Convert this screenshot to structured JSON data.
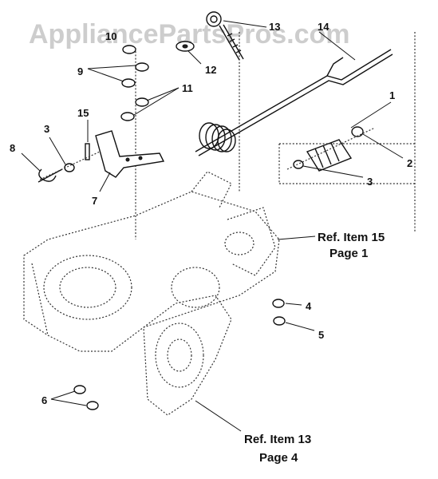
{
  "watermark": "AppliancePartsPros.com",
  "callouts": {
    "c1": "1",
    "c2": "2",
    "c3a": "3",
    "c3b": "3",
    "c4": "4",
    "c5": "5",
    "c6": "6",
    "c7": "7",
    "c8": "8",
    "c9": "9",
    "c10": "10",
    "c11": "11",
    "c12": "12",
    "c13": "13",
    "c14": "14",
    "c15": "15"
  },
  "references": {
    "ref1_line1": "Ref. Item 15",
    "ref1_line2": "Page 1",
    "ref2_line1": "Ref. Item 13",
    "ref2_line2": "Page 4"
  }
}
